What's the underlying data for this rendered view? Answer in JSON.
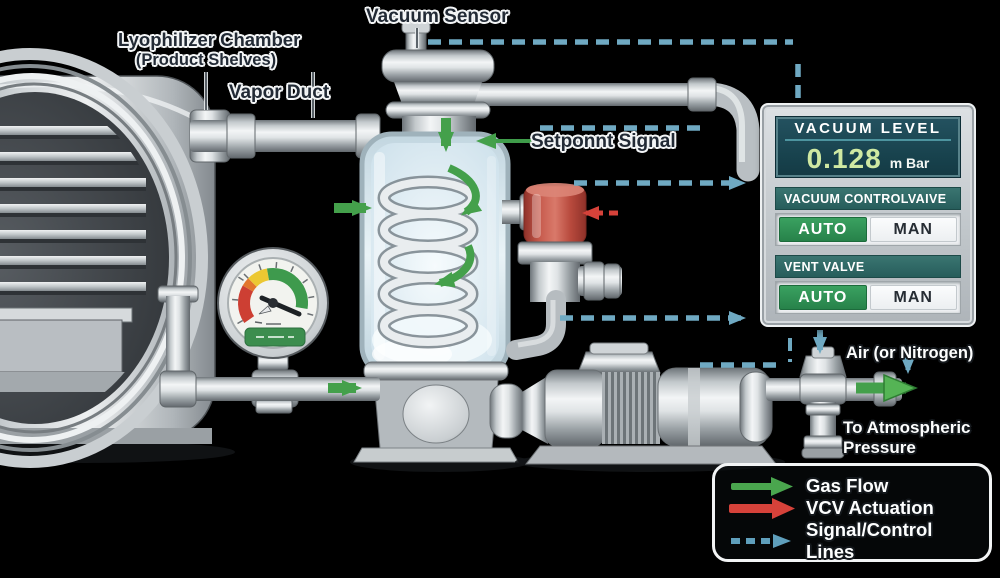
{
  "diagram": {
    "labels": {
      "lyophilizer_chamber": "Lyophilizer Chamber",
      "product_shelves": "(Product Shelves)",
      "vapor_duct": "Vapor Duct",
      "vacuum_sensor": "Vacuum Sensor",
      "setpoint_signal": "Setponnt Signal",
      "air_or_nitrogen": "Air (or Nitrogen)",
      "to_atmospheric_line1": "To Atmospheric",
      "to_atmospheric_line2": "Pressure"
    }
  },
  "control_panel": {
    "vacuum_level": {
      "title": "VACUUM LEVEL",
      "value": "0.128",
      "unit": "m Bar"
    },
    "vacuum_control_valve": {
      "title": "VACUUM CONTROLVAIVE",
      "auto_label": "AUTO",
      "man_label": "MAN",
      "selected": "AUTO"
    },
    "vent_valve": {
      "title": "VENT VALVE",
      "auto_label": "AUTO",
      "man_label": "MAN",
      "selected": "AUTO"
    }
  },
  "legend": {
    "items": [
      {
        "id": "gas-flow",
        "label": "Gas Flow",
        "color": "#4aa64e",
        "style": "solid-arrow"
      },
      {
        "id": "vcv-actuation",
        "label": "VCV Actuation",
        "color": "#d6423a",
        "style": "solid-arrow"
      },
      {
        "id": "signal-control-lines",
        "label": "Signal/Control Lines",
        "color": "#5f9fbc",
        "style": "dashed-arrow"
      }
    ]
  },
  "colors": {
    "background": "#000000",
    "gas_flow_green": "#44a04b",
    "vcv_red": "#d6423a",
    "signal_blue": "#6fa9c2",
    "panel_display_bg": "#17414c",
    "panel_value_green": "#cfe9a2",
    "auto_button_green": "#2d9150",
    "section_header_teal": "#2e6a66"
  }
}
